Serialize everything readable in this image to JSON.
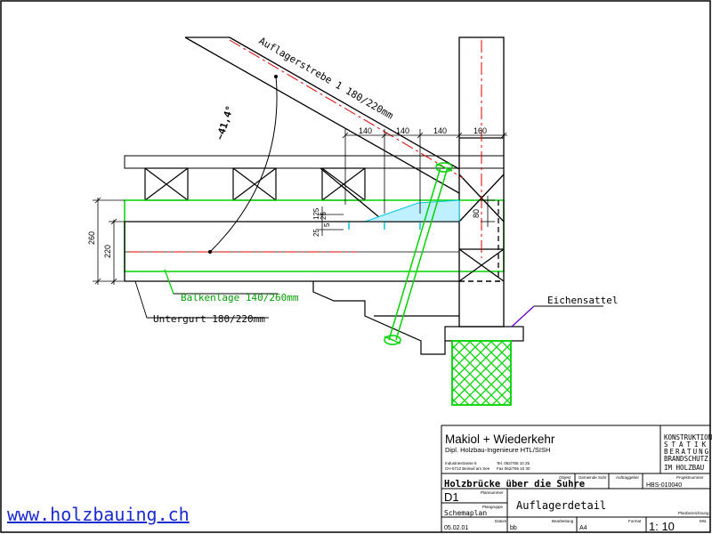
{
  "drawing": {
    "labels": {
      "strut": "Auflagerstrebe 1 180/220mm",
      "angle": "~41,4°",
      "beam_layer": "Balkenlage 140/260mm",
      "bottom_chord": "Untergurt 180/220mm",
      "oak_saddle": "Eichensattel"
    },
    "dimensions": {
      "top": [
        "140",
        "140",
        "140",
        "160"
      ],
      "left_outer": "260",
      "left_inner": "220",
      "small": [
        "25",
        "125",
        "25",
        "5"
      ],
      "right": "80"
    }
  },
  "titleblock": {
    "company": "Makiol + Wiederkehr",
    "subtitle": "Dipl. Holzbau-Ingenieure HTL/SISH",
    "address1": "Industriestrasse 6",
    "address2": "CH-5712 Beinwil am See",
    "phone": "Tel. 062/765 10 25",
    "fax": "Fax 062/765 10 30",
    "services": [
      "KONSTRUKTION",
      "STATIK",
      "BERATUNG",
      "BRANDSCHUTZ",
      "IM HOLZBAU"
    ],
    "h_objekt": "Objekt",
    "h_gemeinde": "Gemeinde Suhr",
    "h_auftraggeber": "Auftraggeber",
    "h_projektnummer": "Projektnummer",
    "project_title": "Holzbrücke über die Suhre",
    "project_number": "HBS-010040",
    "h_plannummer": "Plannummer",
    "plan_number": "D1",
    "h_plangruppe": "Plangruppe",
    "plan_group": "Schemaplan",
    "plan_title": "Auflagerdetail",
    "h_planbezeichnung": "Planbezeichnung",
    "h_datum": "Datum",
    "date": "05.02.01",
    "h_bearbeitung": "Bearbeitung",
    "editor": "bb",
    "h_format": "Format",
    "format": "A4",
    "scale": "1: 10",
    "h_mst": "Mst."
  },
  "footer": {
    "url": "www.holzbauing.ch"
  }
}
